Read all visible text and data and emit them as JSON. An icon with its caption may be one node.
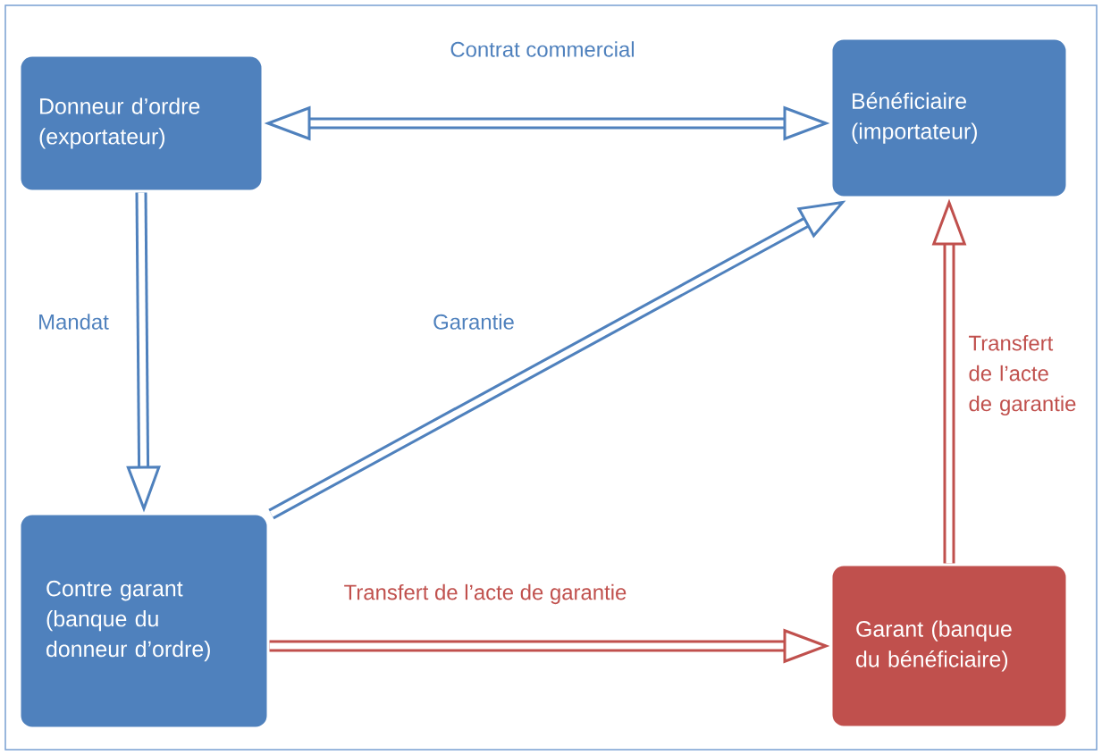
{
  "diagram": {
    "nodes": [
      {
        "text": [
          "Donneur d’ordre (exportateur)"
        ]
      },
      {
        "text": [
          "Bénéficiaire (importateur)"
        ]
      },
      {
        "text": [
          "Contre garant (banque du donneur d’ordre)"
        ]
      },
      {
        "text": [
          "Garant (banque du bénéficiaire)"
        ]
      }
    ],
    "edges": [
      {
        "from": 0,
        "to": 1,
        "arrow": "both",
        "label": "Contrat commercial"
      },
      {
        "from": 0,
        "to": 2,
        "arrow": "to",
        "label": "Mandat"
      },
      {
        "from": 2,
        "to": 1,
        "arrow": "to",
        "label": "Garantie"
      },
      {
        "from": 2,
        "to": 3,
        "arrow": "to",
        "label": "Transfert de l’acte de garantie",
        "color": "#c0504d"
      },
      {
        "from": 3,
        "to": 1,
        "arrow": "to",
        "label": "Transfert de l’acte de garantie",
        "color": "#c0504d"
      }
    ]
  }
}
